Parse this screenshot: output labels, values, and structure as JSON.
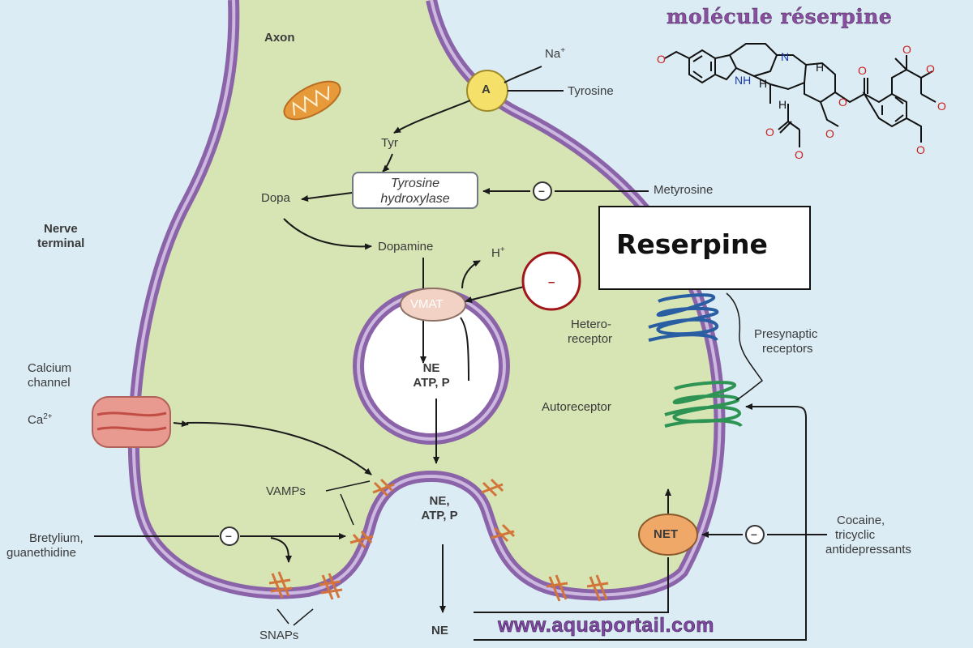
{
  "title": "molécule réserpine",
  "website": "www.aquaportail.com",
  "highlight_label": "Reserpine",
  "molecule": {
    "atoms": {
      "N_indole": "NH",
      "N_ring": "N",
      "O": "O",
      "H": "H"
    }
  },
  "labels": {
    "axon": "Axon",
    "nerve_terminal_1": "Nerve",
    "nerve_terminal_2": "terminal",
    "na": "Na",
    "na_sup": "+",
    "a_transporter": "A",
    "tyrosine": "Tyrosine",
    "tyr": "Tyr",
    "tyrosine_hydroxylase_1": "Tyrosine",
    "tyrosine_hydroxylase_2": "hydroxylase",
    "metyrosine": "Metyrosine",
    "dopa": "Dopa",
    "dopamine": "Dopamine",
    "h_plus": "H",
    "h_sup": "+",
    "vmat": "VMAT",
    "vesicle_line1": "NE",
    "vesicle_line2": "ATP, P",
    "heteroreceptor_1": "Hetero-",
    "heteroreceptor_2": "receptor",
    "presynaptic_1": "Presynaptic",
    "presynaptic_2": "receptors",
    "autoreceptor": "Autoreceptor",
    "calcium_channel_1": "Calcium",
    "calcium_channel_2": "channel",
    "ca": "Ca",
    "ca_sup": "2+",
    "vamps": "VAMPs",
    "release_line1": "NE,",
    "release_line2": "ATP, P",
    "bretylium_1": "Bretylium,",
    "bretylium_2": "guanethidine",
    "net": "NET",
    "cocaine_1": "Cocaine,",
    "cocaine_2": "tricyclic",
    "cocaine_3": "antidepressants",
    "snaps": "SNAPs",
    "ne_out": "NE",
    "inhibit_symbol": "–"
  },
  "colors": {
    "background": "#dcecf4",
    "cytoplasm": "#d7e4b4",
    "membrane": "#8a63a8",
    "vmat_fill": "#f1d2c4",
    "a_fill": "#f5e06a",
    "net_fill": "#f0a868",
    "calcium_channel": "#e89a90",
    "heteroreceptor": "#2a5ea3",
    "autoreceptor": "#2d9454",
    "snare": "#d3743a",
    "reserpine_circle": "#a0161a",
    "mitochondrion": "#e69a3a",
    "title": "#8a4ea0"
  }
}
